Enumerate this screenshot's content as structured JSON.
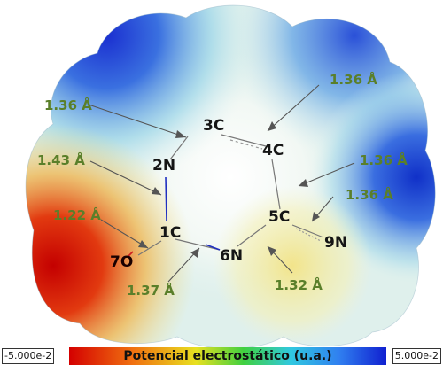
{
  "atoms": {
    "c3": "3C",
    "c4": "4C",
    "n2": "2N",
    "c5": "5C",
    "c1": "1C",
    "n9": "9N",
    "n6": "6N",
    "o7": "7O"
  },
  "bond_labels": {
    "top_left": "1.36 Å",
    "top_right": "1.36 Å",
    "mid_left": "1.43 Å",
    "mid_right": "1.36 Å",
    "right_lower": "1.36 Å",
    "left_lower": "1.22 Å",
    "bottom_left": "1.37 Å",
    "bottom_right": "1.32 Å"
  },
  "scale": {
    "min": "-5.000e-2",
    "max": "5.000e-2",
    "title": "Potencial electrostático (u.a.)"
  },
  "colors": {
    "label_green": "#5a7f2a",
    "negative": "#d60000",
    "neutral": "#e8f4f0",
    "positive": "#1a3ecf"
  }
}
